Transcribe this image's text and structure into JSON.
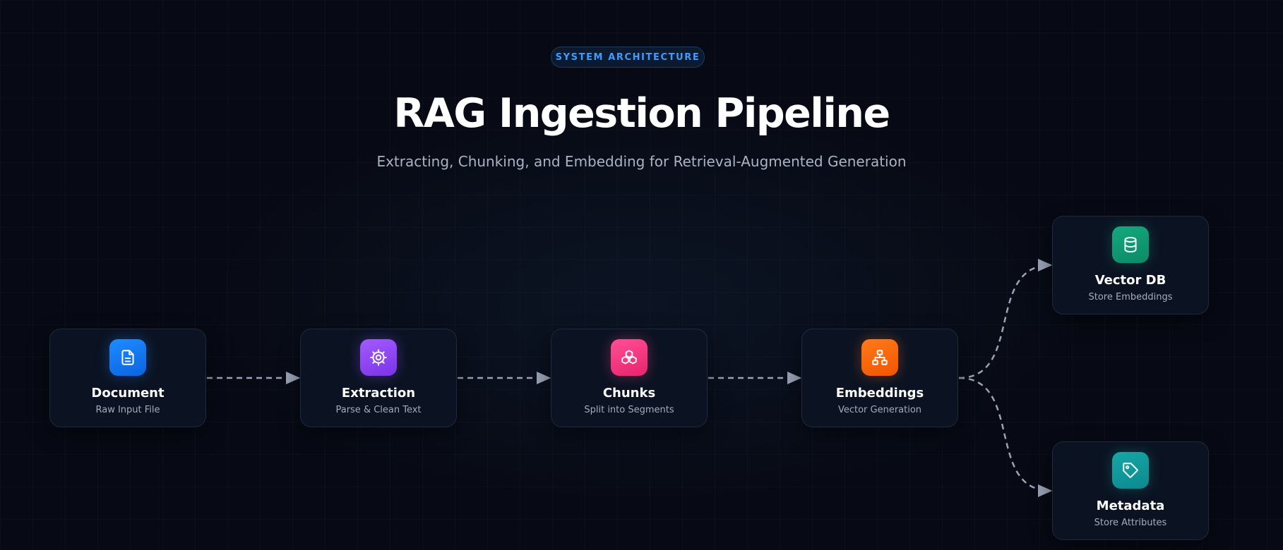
{
  "header": {
    "badge": "SYSTEM ARCHITECTURE",
    "title": "RAG Ingestion Pipeline",
    "subtitle": "Extracting, Chunking, and Embedding for Retrieval-Augmented Generation"
  },
  "nodes": [
    {
      "label": "Document",
      "sub": "Raw Input File",
      "icon": "document-icon",
      "color": "#1f8bff"
    },
    {
      "label": "Extraction",
      "sub": "Parse & Clean Text",
      "icon": "gear-icon",
      "color": "#a35bff"
    },
    {
      "label": "Chunks",
      "sub": "Split into Segments",
      "icon": "cubes-icon",
      "color": "#ff4f95"
    },
    {
      "label": "Embeddings",
      "sub": "Vector Generation",
      "icon": "network-icon",
      "color": "#ff7a1a"
    },
    {
      "label": "Vector DB",
      "sub": "Store Embeddings",
      "icon": "database-icon",
      "color": "#14a97f"
    },
    {
      "label": "Metadata",
      "sub": "Store Attributes",
      "icon": "tag-icon",
      "color": "#16a6a6"
    }
  ],
  "edges": [
    {
      "from": "Document",
      "to": "Extraction"
    },
    {
      "from": "Extraction",
      "to": "Chunks"
    },
    {
      "from": "Chunks",
      "to": "Embeddings"
    },
    {
      "from": "Embeddings",
      "to": "Vector DB"
    },
    {
      "from": "Embeddings",
      "to": "Metadata"
    }
  ],
  "colors": {
    "background": "#070a14",
    "accent": "#3e9bff",
    "connector": "#9aa3b5"
  }
}
